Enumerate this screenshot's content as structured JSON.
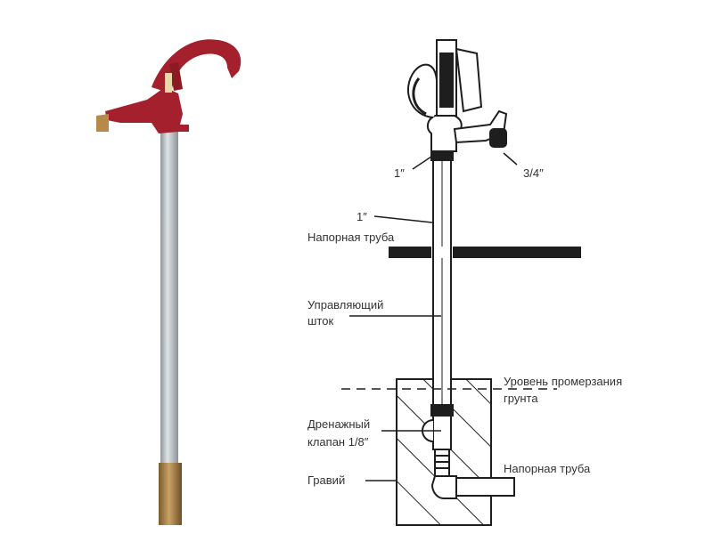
{
  "labels": {
    "outlet_size_1": "1″",
    "spout_size": "3/4″",
    "pipe_size_1": "1″",
    "pressure_pipe_top": "Напорная труба",
    "control_rod_line1": "Управляющий",
    "control_rod_line2": "шток",
    "frost_line_line1": "Уровень промерзания",
    "frost_line_line2": "грунта",
    "drain_valve_line1": "Дренажный",
    "drain_valve_line2": "клапан 1/8″",
    "gravel": "Гравий",
    "pressure_pipe_bottom": "Напорная труба"
  },
  "colors": {
    "pump_red": "#a3202c",
    "pipe_gray": "#b9bec2",
    "brass": "#a8824a",
    "ink": "#1e1e1e"
  }
}
